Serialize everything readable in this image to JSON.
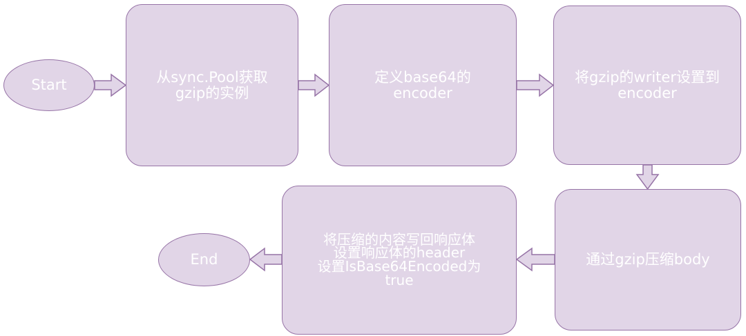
{
  "colors": {
    "node_fill": "#e1d5e7",
    "node_stroke": "#9673a6",
    "text": "#ffffff"
  },
  "nodes": {
    "start": "Start",
    "step1": "从sync.Pool获取\ngzip的实例",
    "step2": "定义base64的\nencoder",
    "step3": "将gzip的writer设置到\nencoder",
    "step4": "通过gzip压缩body",
    "step5": "将压缩的内容写回响应体\n设置响应体的header\n设置IsBase64Encoded为\ntrue",
    "end": "End"
  }
}
